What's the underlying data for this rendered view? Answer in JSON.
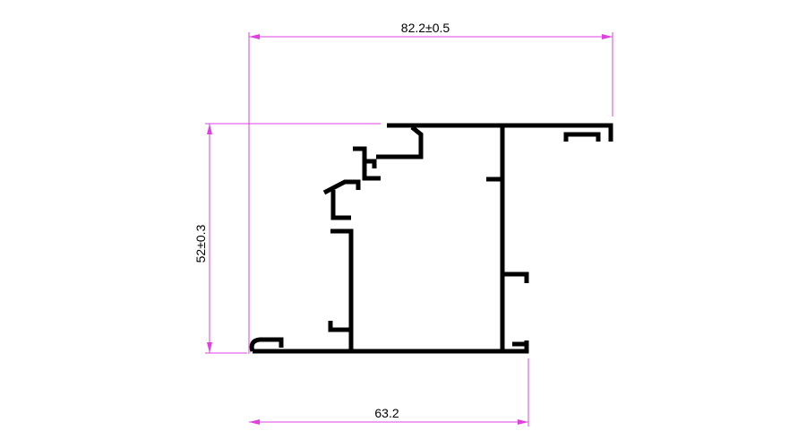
{
  "drawing": {
    "dimensions": {
      "top_width": "82.2±0.5",
      "height": "52±0.3",
      "bottom_width": "63.2"
    },
    "colors": {
      "dimension_line": "#e040e0",
      "profile": "#000000",
      "background": "#ffffff"
    }
  }
}
